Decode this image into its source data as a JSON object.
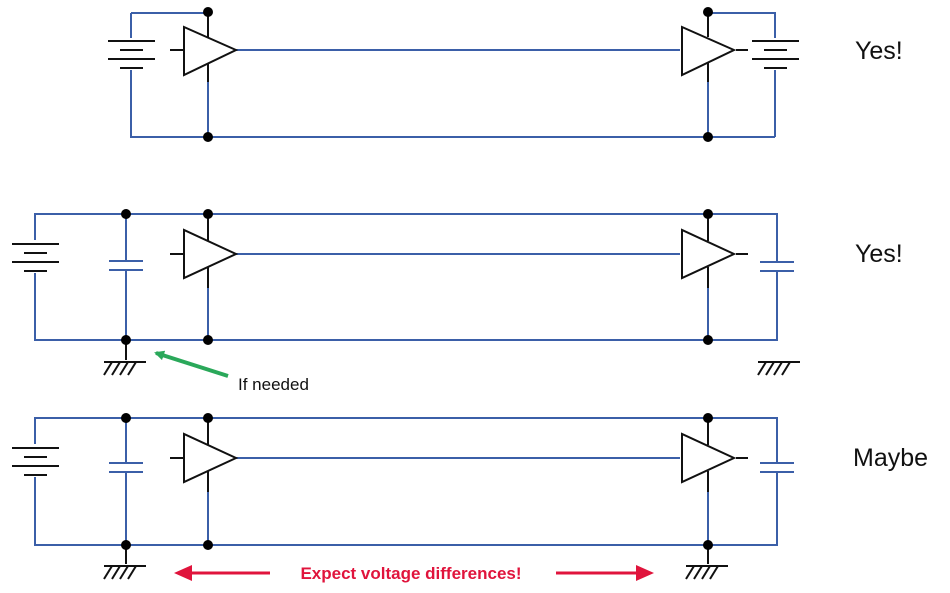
{
  "rows": [
    {
      "verdict": "Yes!"
    },
    {
      "verdict": "Yes!"
    },
    {
      "verdict": "Maybe"
    }
  ],
  "annotations": {
    "if_needed": "If needed",
    "voltage_warning": "Expect voltage differences!"
  },
  "colors": {
    "wire": "#3b5fa8",
    "capacitor": "#3b5fa8",
    "annotation_arrow": "#2aa85a",
    "warning": "#e0143c"
  }
}
